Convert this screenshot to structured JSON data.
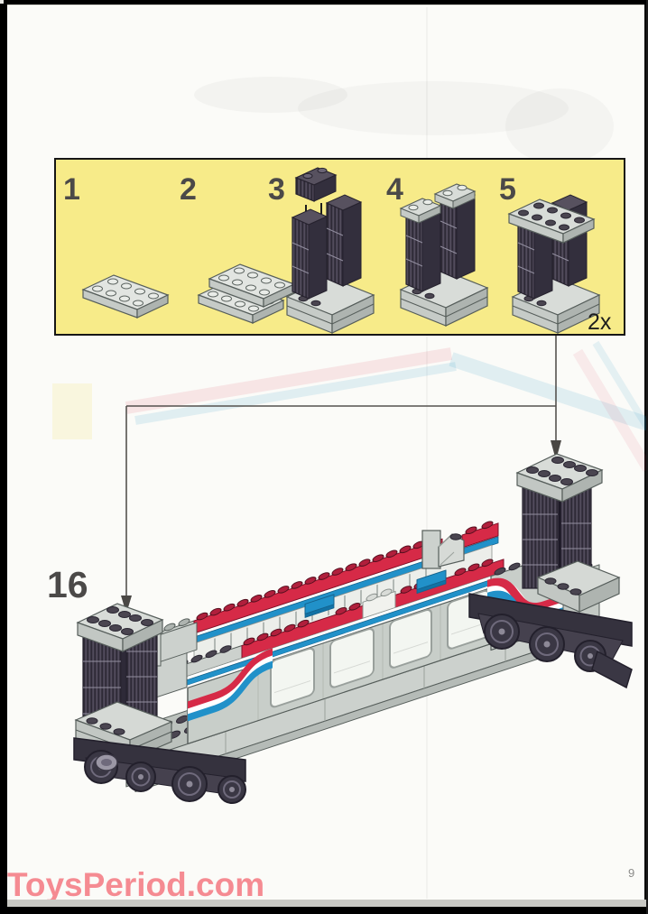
{
  "page": {
    "number": "9",
    "watermark": "ToysPeriod.com"
  },
  "callout": {
    "quantity": "2x",
    "steps": [
      {
        "label": "1"
      },
      {
        "label": "2"
      },
      {
        "label": "3"
      },
      {
        "label": "4"
      },
      {
        "label": "5"
      }
    ]
  },
  "main_step": {
    "number": "16"
  },
  "colors": {
    "panel_yellow": "#f7eb89",
    "stripe_red": "#d62a47",
    "stripe_blue": "#2191c9",
    "dark_piece": "#453f4e",
    "light_piece": "#ccd1cd",
    "watermark_pink": "#f58b92",
    "page_paper": "#fbfbf8",
    "frame_black": "#000000"
  }
}
